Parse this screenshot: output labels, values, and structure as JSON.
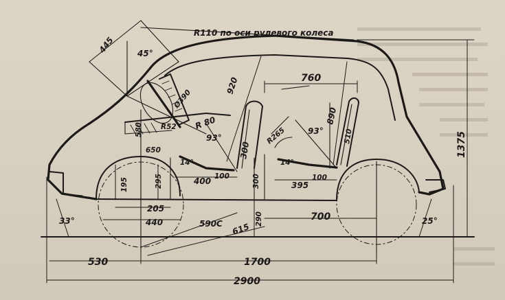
{
  "figure": {
    "steering_note": "R110 по оси рулевого колеса",
    "labels": {
      "d445": "445",
      "a45": "45°",
      "d920": "920",
      "d760": "760",
      "d890": "890",
      "d1375": "1375",
      "d390": "Ø390",
      "r52": "R52",
      "r80": "R 80",
      "d580": "580",
      "a93a": "93°",
      "d300a": "300",
      "a93b": "93°",
      "d510": "510",
      "r265": "R265",
      "d650": "650",
      "a14a": "14°",
      "a14b": "14°",
      "d195": "195",
      "d295": "295",
      "d400": "400",
      "d100a": "100",
      "d300b": "300",
      "d100b": "100",
      "d395": "395",
      "a33": "33°",
      "d205": "205",
      "d440": "440",
      "d590": "590C",
      "d615": "615",
      "d290": "290",
      "d700": "700",
      "a25": "25°",
      "d530": "530",
      "d1700": "1700",
      "d2900": "2900"
    }
  }
}
